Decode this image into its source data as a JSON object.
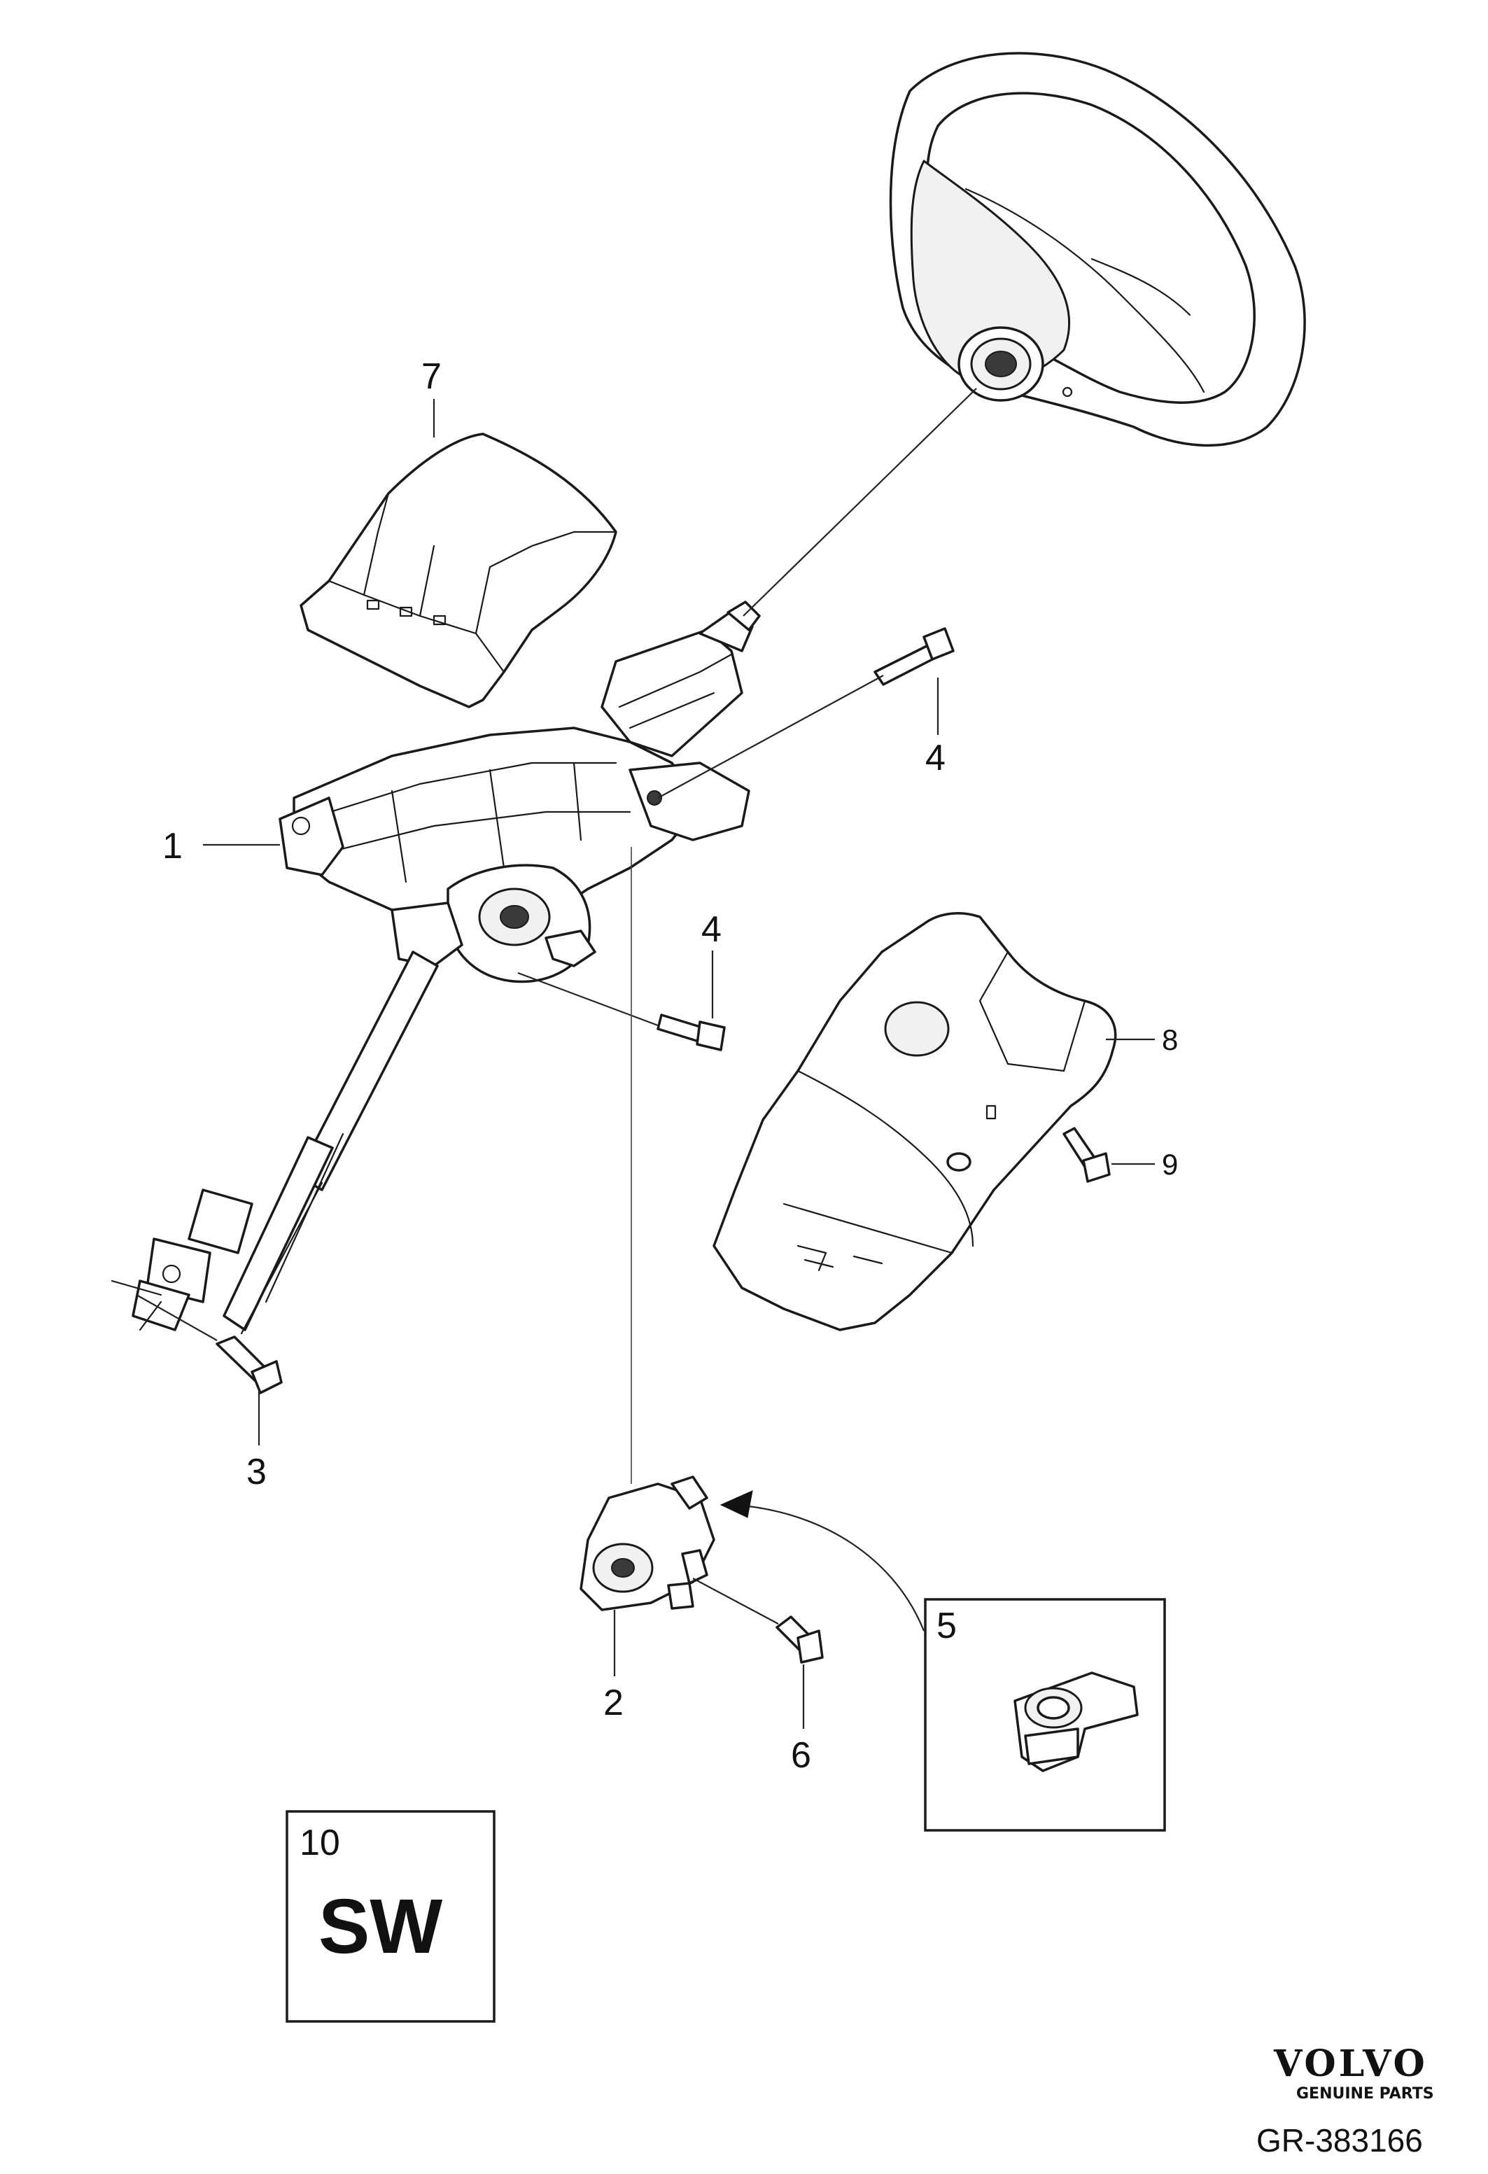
{
  "callouts": {
    "c1": "1",
    "c2": "2",
    "c3": "3",
    "c4a": "4",
    "c4b": "4",
    "c5": "5",
    "c6": "6",
    "c7": "7",
    "c8": "8",
    "c9": "9",
    "c10": "10"
  },
  "sw_box": {
    "number": "10",
    "code": "SW"
  },
  "brand": {
    "name": "VOLVO",
    "tagline": "GENUINE PARTS"
  },
  "reference": "GR-383166"
}
